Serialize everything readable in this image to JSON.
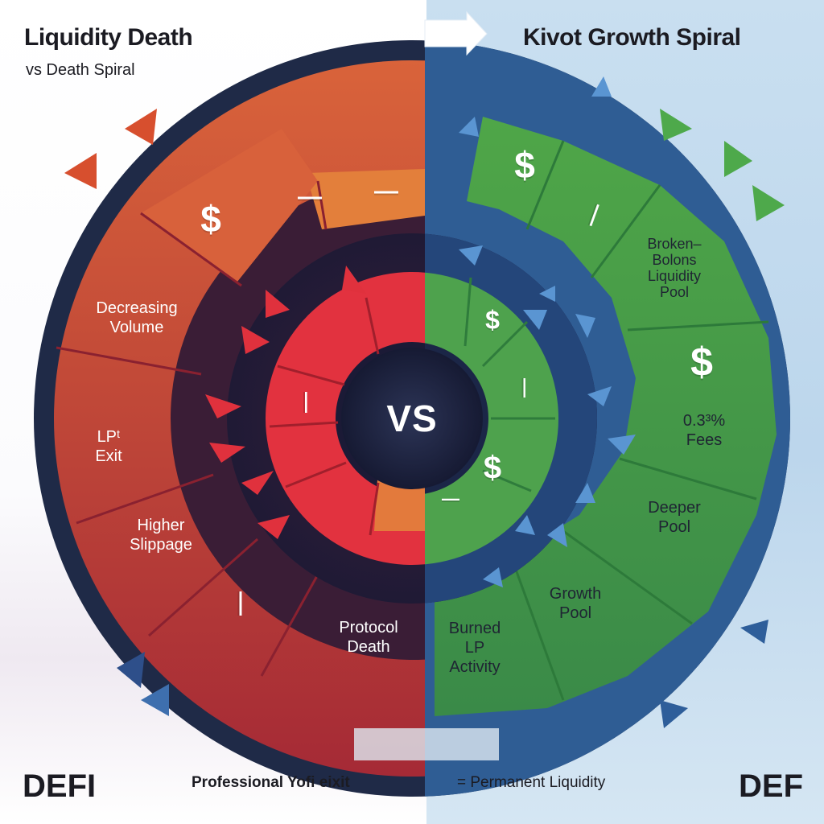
{
  "header": {
    "left_title": "Liquidity Death",
    "left_subtitle": "vs Death Spiral",
    "right_title": "Kivot Growth Spiral"
  },
  "center": {
    "vs_label": "VS"
  },
  "left_spiral": {
    "labels": {
      "decreasing_volume": "Decreasing\nVolume",
      "lp_exit": "LPᵗ\nExit",
      "higher_slippage": "Higher\nSlippage",
      "protocol_death": "Protocol\nDeath"
    },
    "glyphs": {
      "dollar": "$",
      "dash": "—"
    }
  },
  "right_spiral": {
    "labels": {
      "broken_pool": "Broken–\nBolons\nLiquidity\nPool",
      "fees": "0.3³%\nFees",
      "deeper_pool": "Deeper\nPool",
      "growth_pool": "Growth\nPool",
      "burned_lp": "Burned\nLP\nActivity"
    },
    "glyphs": {
      "dollar": "$",
      "dash": "—"
    }
  },
  "footer": {
    "left": "DEFI",
    "left_caption": "Professional Yofi eixit",
    "right_caption": "= Permanent Liquidity",
    "right": "DEF"
  },
  "colors": {
    "left_outer": "#c5423a",
    "left_top": "#e0793a",
    "left_inner": "#e0303f",
    "right_outer": "#3f9a45",
    "right_inner": "#4ea54d",
    "ring_dark": "#1e2944",
    "ring_blue": "#2f5f9a"
  }
}
